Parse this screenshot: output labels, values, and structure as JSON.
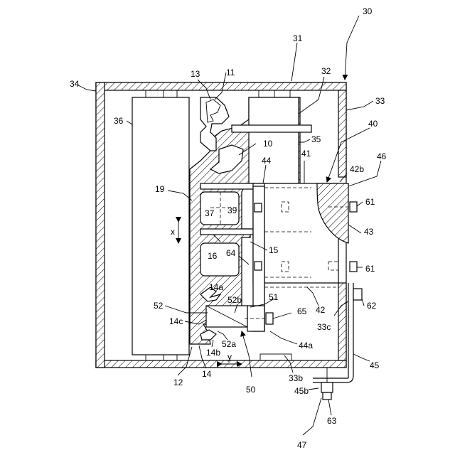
{
  "labels": {
    "l30": "30",
    "l31": "31",
    "l32": "32",
    "l33": "33",
    "l34": "34",
    "l11": "11",
    "l13": "13",
    "l36": "36",
    "l35": "35",
    "l10": "10",
    "l40": "40",
    "l46": "46",
    "l42b": "42b",
    "l41": "41",
    "l44": "44",
    "l19": "19",
    "l37": "37",
    "l39": "39",
    "l61a": "61",
    "l43": "43",
    "lx": "x",
    "l16": "16",
    "l64": "64",
    "l15": "15",
    "l61b": "61",
    "l14a": "14a",
    "l51": "51",
    "l52": "52",
    "l52b": "52b",
    "l42": "42",
    "l62": "62",
    "l65": "65",
    "l33c": "33c",
    "l14c": "14c",
    "l52a": "52a",
    "l44a": "44a",
    "l14b": "14b",
    "ly": "y",
    "l45": "45",
    "l12": "12",
    "l14": "14",
    "l33b": "33b",
    "l50": "50",
    "l45b": "45b",
    "l63": "63",
    "l47": "47"
  }
}
